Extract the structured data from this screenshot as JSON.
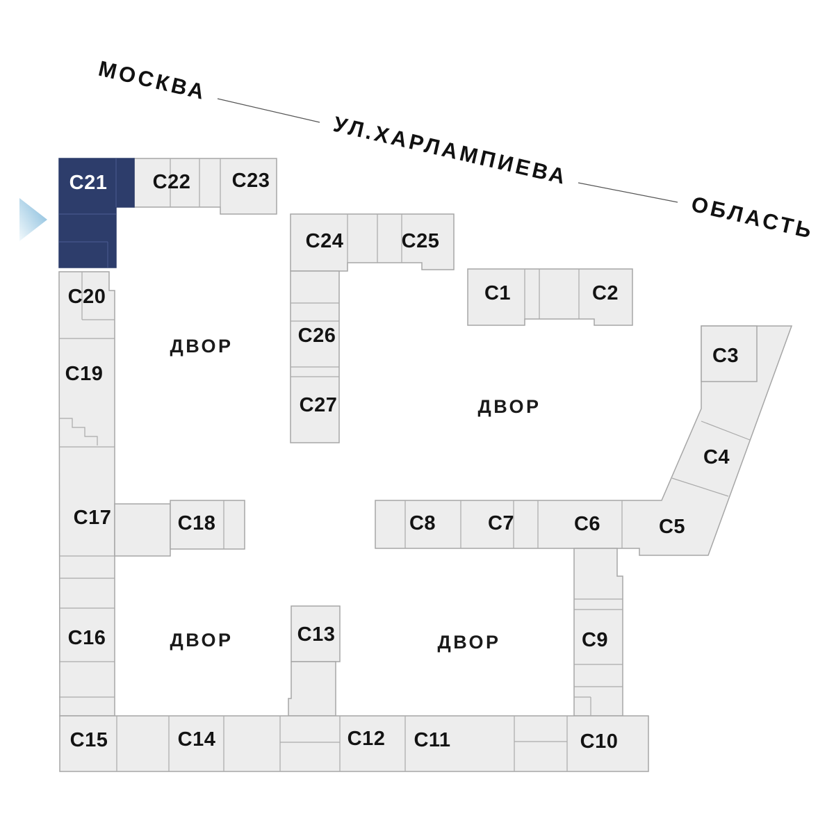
{
  "street": {
    "left_label": "МОСКВА",
    "road_label": "УЛ.ХАРЛАМПИЕВА",
    "right_label": "ОБЛАСТЬ"
  },
  "courtyard_label": "ДВОР",
  "selected_block": "С21",
  "colors": {
    "selected_fill": "#2d3d6b",
    "selected_text": "#ffffff",
    "block_fill": "#ededed",
    "block_border": "#a6a6a6",
    "label_text": "#131313",
    "pointer_blue": "#7fb8da"
  },
  "blocks": [
    {
      "label": "С1"
    },
    {
      "label": "С2"
    },
    {
      "label": "С3"
    },
    {
      "label": "С4"
    },
    {
      "label": "С5"
    },
    {
      "label": "С6"
    },
    {
      "label": "С7"
    },
    {
      "label": "С8"
    },
    {
      "label": "С9"
    },
    {
      "label": "С10"
    },
    {
      "label": "С11"
    },
    {
      "label": "С12"
    },
    {
      "label": "С13"
    },
    {
      "label": "С14"
    },
    {
      "label": "С15"
    },
    {
      "label": "С16"
    },
    {
      "label": "С17"
    },
    {
      "label": "С18"
    },
    {
      "label": "С19"
    },
    {
      "label": "С20"
    },
    {
      "label": "С21"
    },
    {
      "label": "С22"
    },
    {
      "label": "С23"
    },
    {
      "label": "С24"
    },
    {
      "label": "С25"
    },
    {
      "label": "С26"
    },
    {
      "label": "С27"
    }
  ]
}
